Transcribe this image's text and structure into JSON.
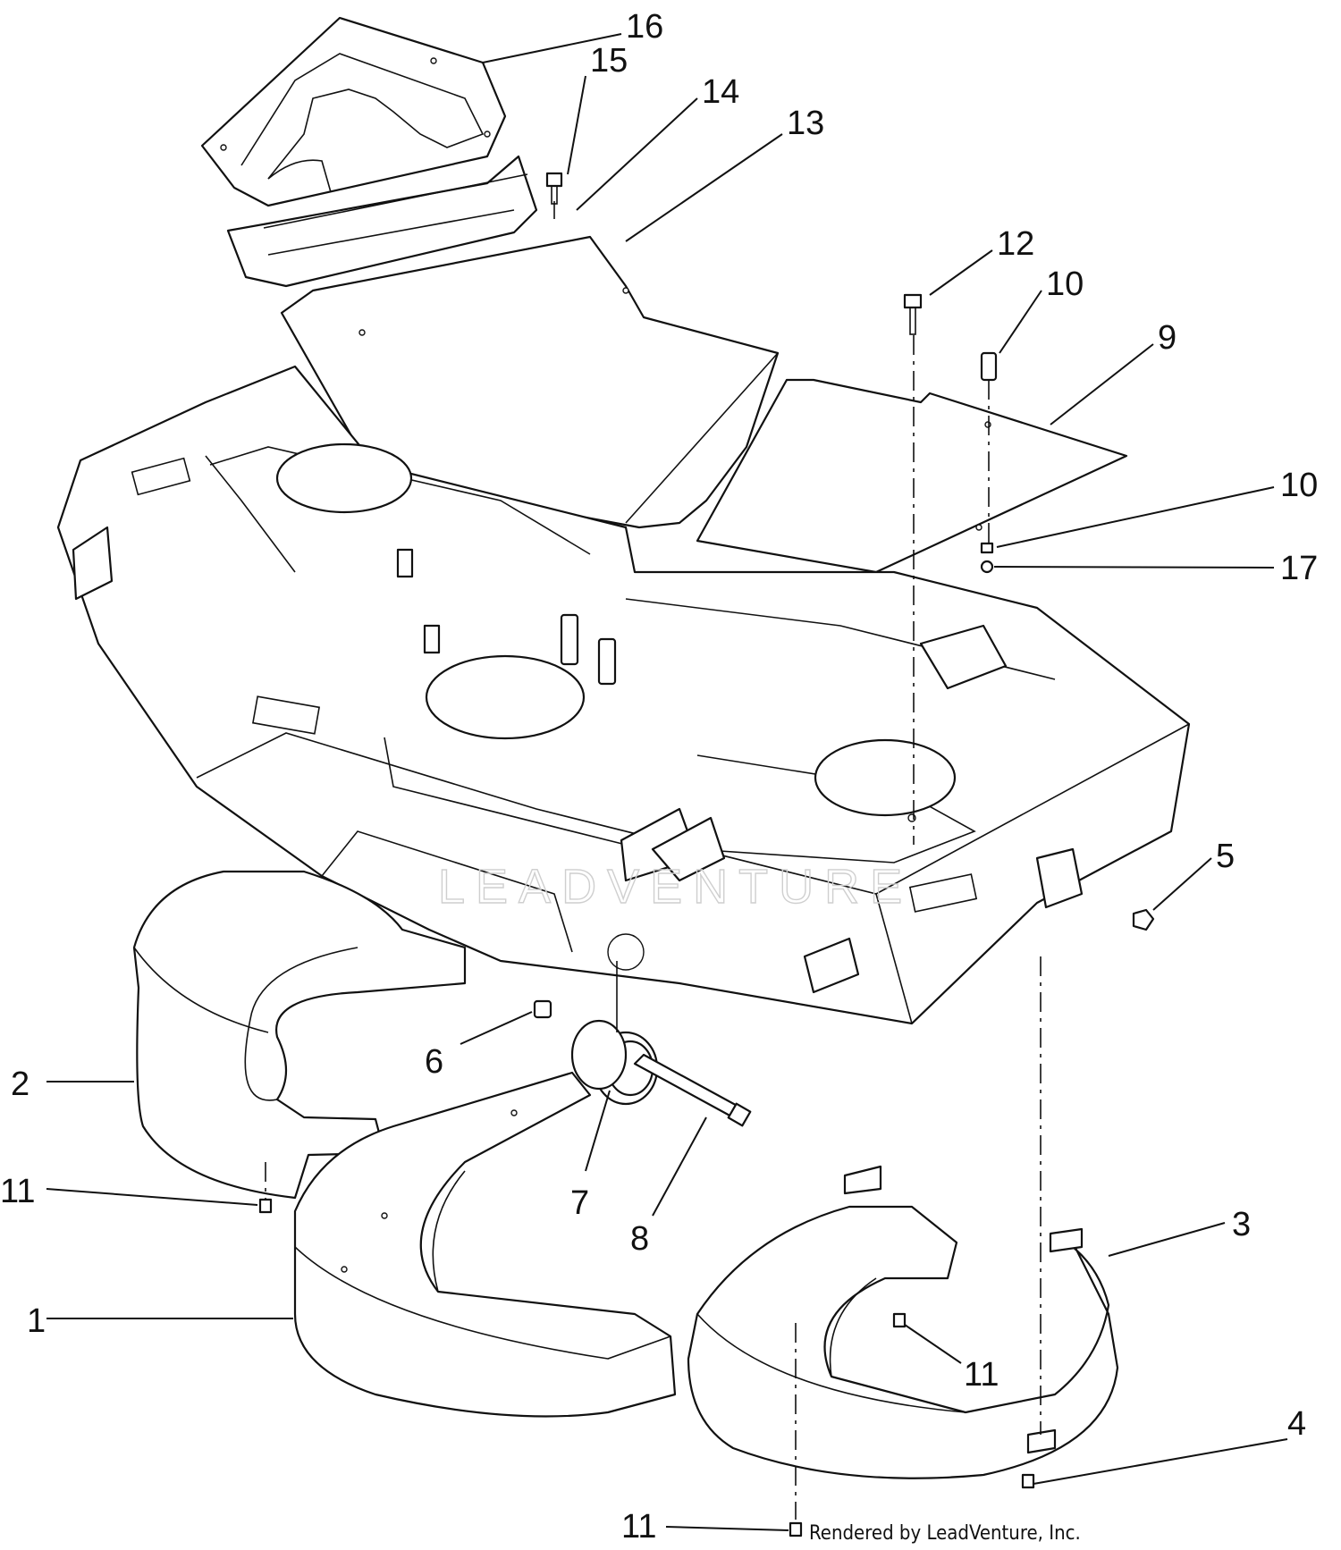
{
  "callouts": [
    {
      "label": "1"
    },
    {
      "label": "2"
    },
    {
      "label": "3"
    },
    {
      "label": "4"
    },
    {
      "label": "5"
    },
    {
      "label": "6"
    },
    {
      "label": "7"
    },
    {
      "label": "8"
    },
    {
      "label": "9"
    },
    {
      "label": "10"
    },
    {
      "label": "10"
    },
    {
      "label": "11"
    },
    {
      "label": "11"
    },
    {
      "label": "11"
    },
    {
      "label": "12"
    },
    {
      "label": "13"
    },
    {
      "label": "14"
    },
    {
      "label": "15"
    },
    {
      "label": "16"
    },
    {
      "label": "17"
    }
  ],
  "watermark": "LEADVENTURE",
  "credit": "Rendered by LeadVenture, Inc."
}
